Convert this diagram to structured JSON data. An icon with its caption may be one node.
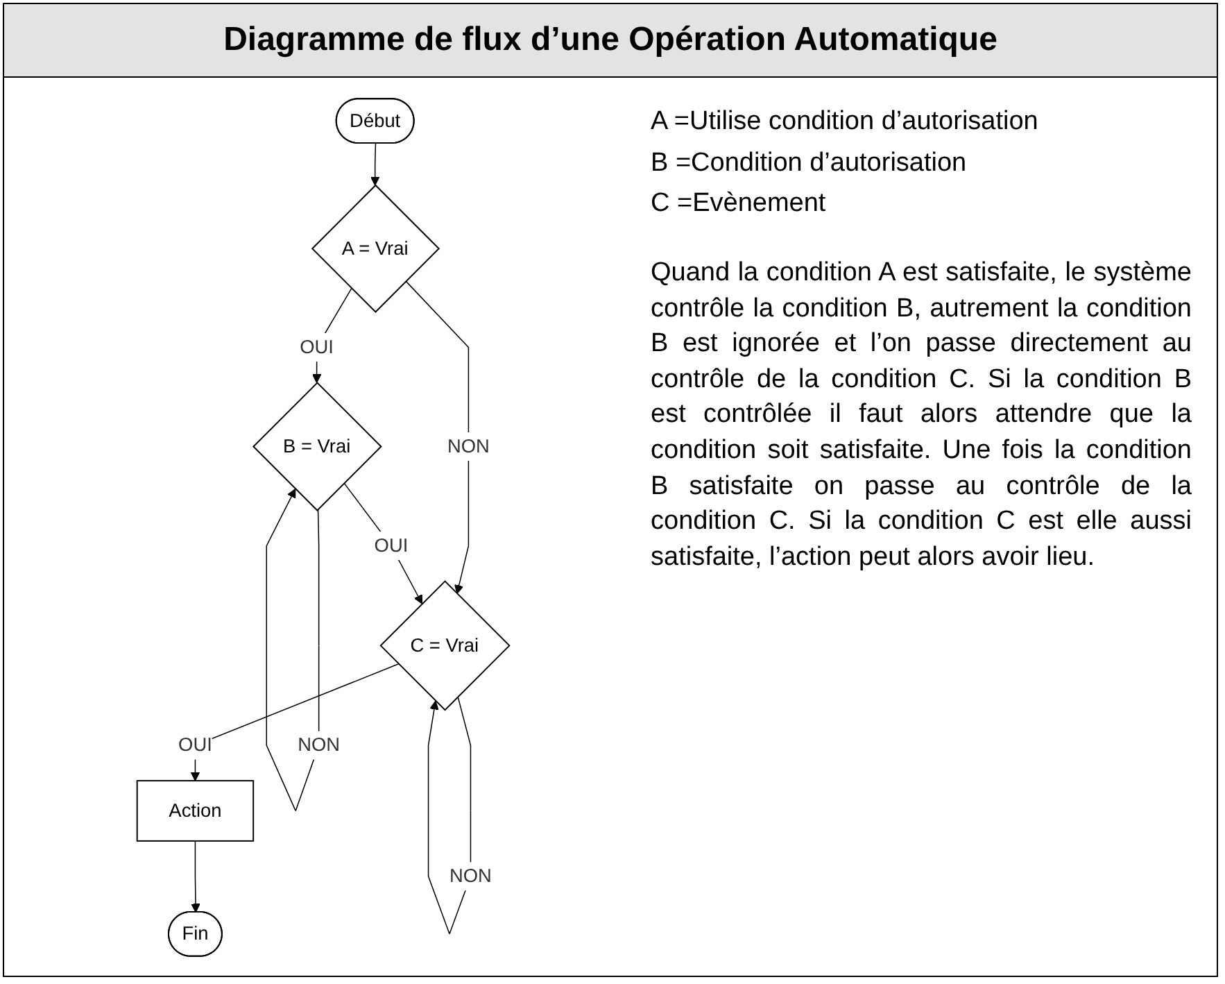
{
  "diagram": {
    "title": "Diagramme de flux d’une Opération Automatique",
    "nodes": [
      {
        "text": [
          "Début"
        ]
      },
      {
        "text": [
          "A = Vrai"
        ]
      },
      {
        "text": [
          "B = Vrai"
        ]
      },
      {
        "text": [
          "C = Vrai"
        ]
      },
      {
        "text": [
          "Action"
        ]
      },
      {
        "text": [
          "Fin"
        ]
      }
    ],
    "edges": [
      {
        "from": 0,
        "to": 1,
        "arrow": "to"
      },
      {
        "from": 1,
        "to": 2,
        "arrow": "to",
        "label": "OUI"
      },
      {
        "from": 2,
        "to": 2,
        "arrow": "to",
        "label": "NON"
      },
      {
        "from": 1,
        "to": 3,
        "arrow": "to",
        "label": "NON"
      },
      {
        "from": 2,
        "to": 3,
        "arrow": "to",
        "label": "OUI"
      },
      {
        "from": 3,
        "to": 3,
        "arrow": "to",
        "label": "NON"
      },
      {
        "from": 3,
        "to": 4,
        "arrow": "to",
        "label": "OUI"
      },
      {
        "from": 4,
        "to": 5,
        "arrow": "to"
      }
    ],
    "labels": [
      "A =Utilise condition d’autorisation",
      "B =Condition d’autorisation",
      "C =Evènement",
      "Quand la condition A est satisfaite, le système contrôle la condition B, autrement la condition B est ignorée et l’on passe directement au contrôle de la condition C. Si la condition B est contrôlée il faut alors attendre que la condition soit satisfaite. Une fois la condition B satisfaite on passe au contrôle de la condition C. Si la condition C est elle aussi satisfaite, l’action peut alors avoir lieu."
    ]
  }
}
